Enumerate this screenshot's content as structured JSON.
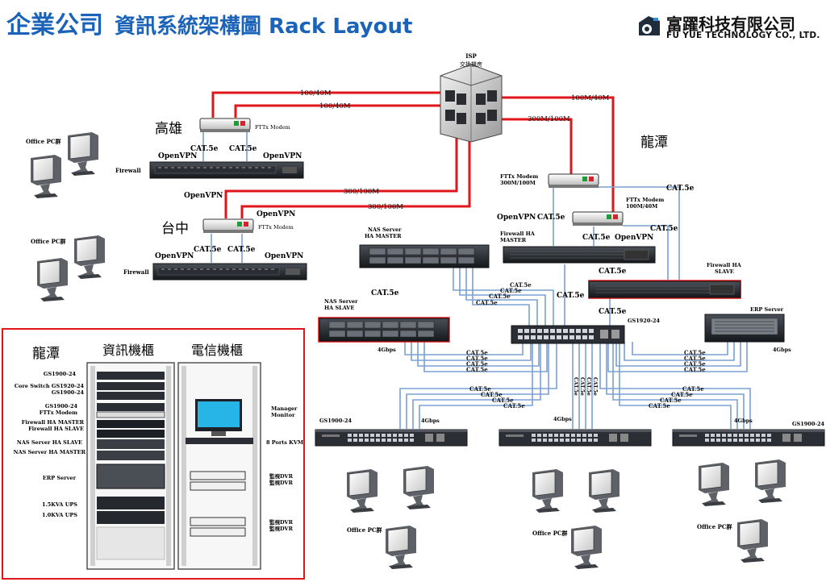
{
  "header": {
    "company": "企業公司",
    "subtitle": "資訊系統架構圖 Rack Layout"
  },
  "logo": {
    "name_cn": "富躍科技有限公司",
    "name_en": "FU YUE TECHNOLOGY CO., LTD."
  },
  "isp": {
    "line1": "ISP",
    "line2": "交換機房"
  },
  "links": {
    "kh_1": "100/40M",
    "kh_2": "100/40M",
    "tc_1": "300/100M",
    "tc_2": "300/100M",
    "lt_1": "100M/40M",
    "lt_2": "300M/100M"
  },
  "sites": {
    "kaohsiung": "高雄",
    "taichung": "台中",
    "longtan": "龍潭"
  },
  "labels": {
    "fttx_modem": "FTTx Modem",
    "cat5e": "CAT.5e",
    "openvpn": "OpenVPN",
    "firewall": "Firewall",
    "office_pc": "Office PC群",
    "gbps4": "4Gbps",
    "fttx_300": "FTTx Modem\n300M/100M",
    "fttx_100": "FTTx Modem\n100M/40M",
    "fw_master": "Firewall HA\nMASTER",
    "fw_slave": "Firewall HA\nSLAVE",
    "nas_master": "NAS Server\nHA MASTER",
    "nas_slave": "NAS Server\nHA SLAVE",
    "erp": "ERP Server",
    "core_switch": "GS1920-24",
    "edge_switch": "GS1900-24"
  },
  "rack_panel": {
    "site": "龍潭",
    "info_rack": "資訊機櫃",
    "telecom_rack": "電信機櫃",
    "left_labels": [
      "GS1900-24",
      "Core Switch GS1920-24\nGS1900-24",
      "GS1900-24\nFTTx Modem",
      "Firewall HA MASTER\nFirewall HA SLAVE",
      "NAS Server HA SLAVE",
      "NAS Server HA MASTER",
      "ERP Server",
      "1.5KVA UPS",
      "1.0KVA UPS"
    ],
    "right_labels": [
      "Manager\nMonitor",
      "8 Ports KVM",
      "監視DVR\n監視DVR",
      "監視DVR\n監視DVR"
    ]
  },
  "colors": {
    "title": "#1a63b8",
    "red_link": "#e0161b",
    "blue_link": "#7aa0d4",
    "panel_border": "#e0161b"
  }
}
